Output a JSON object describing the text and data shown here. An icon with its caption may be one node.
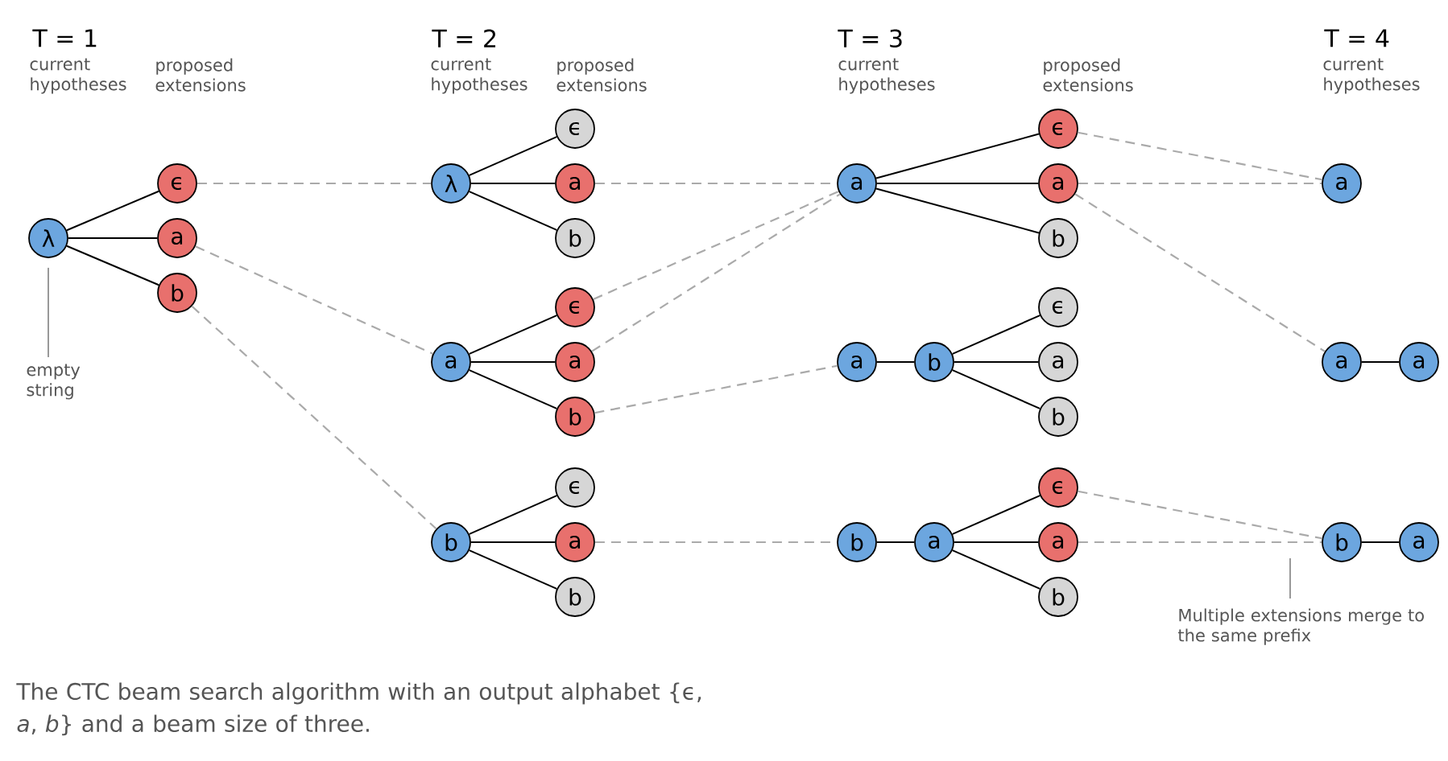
{
  "diagram": {
    "caption": "The CTC beam search algorithm with an output alphabet {ϵ, *a*, *b*} and a beam size of three.",
    "nodes": [
      {
        "text": [
          "λ"
        ]
      },
      {
        "text": [
          "ϵ"
        ]
      },
      {
        "text": [
          "a"
        ]
      },
      {
        "text": [
          "b"
        ]
      },
      {
        "text": [
          "λ"
        ]
      },
      {
        "text": [
          "ϵ"
        ]
      },
      {
        "text": [
          "a"
        ]
      },
      {
        "text": [
          "b"
        ]
      },
      {
        "text": [
          "a"
        ]
      },
      {
        "text": [
          "ϵ"
        ]
      },
      {
        "text": [
          "a"
        ]
      },
      {
        "text": [
          "b"
        ]
      },
      {
        "text": [
          "b"
        ]
      },
      {
        "text": [
          "ϵ"
        ]
      },
      {
        "text": [
          "a"
        ]
      },
      {
        "text": [
          "b"
        ]
      },
      {
        "text": [
          "a"
        ]
      },
      {
        "text": [
          "ϵ"
        ]
      },
      {
        "text": [
          "a"
        ]
      },
      {
        "text": [
          "b"
        ]
      },
      {
        "text": [
          "a"
        ]
      },
      {
        "text": [
          "b"
        ]
      },
      {
        "text": [
          "ϵ"
        ]
      },
      {
        "text": [
          "a"
        ]
      },
      {
        "text": [
          "b"
        ]
      },
      {
        "text": [
          "b"
        ]
      },
      {
        "text": [
          "a"
        ]
      },
      {
        "text": [
          "ϵ"
        ]
      },
      {
        "text": [
          "a"
        ]
      },
      {
        "text": [
          "b"
        ]
      },
      {
        "text": [
          "a"
        ]
      },
      {
        "text": [
          "a"
        ]
      },
      {
        "text": [
          "a"
        ]
      },
      {
        "text": [
          "b"
        ]
      },
      {
        "text": [
          "a"
        ]
      },
      {
        "text": [
          "empty string"
        ]
      },
      {
        "text": [
          "Multiple extensions merge to the same prefix"
        ]
      }
    ],
    "edges": [
      {
        "from": 0,
        "to": 1,
        "arrow": "none"
      },
      {
        "from": 0,
        "to": 2,
        "arrow": "none"
      },
      {
        "from": 0,
        "to": 3,
        "arrow": "none"
      },
      {
        "from": 4,
        "to": 5,
        "arrow": "none"
      },
      {
        "from": 4,
        "to": 6,
        "arrow": "none"
      },
      {
        "from": 4,
        "to": 7,
        "arrow": "none"
      },
      {
        "from": 8,
        "to": 9,
        "arrow": "none"
      },
      {
        "from": 8,
        "to": 10,
        "arrow": "none"
      },
      {
        "from": 8,
        "to": 11,
        "arrow": "none"
      },
      {
        "from": 12,
        "to": 13,
        "arrow": "none"
      },
      {
        "from": 12,
        "to": 14,
        "arrow": "none"
      },
      {
        "from": 12,
        "to": 15,
        "arrow": "none"
      },
      {
        "from": 16,
        "to": 17,
        "arrow": "none"
      },
      {
        "from": 16,
        "to": 18,
        "arrow": "none"
      },
      {
        "from": 16,
        "to": 19,
        "arrow": "none"
      },
      {
        "from": 20,
        "to": 21,
        "arrow": "none"
      },
      {
        "from": 21,
        "to": 22,
        "arrow": "none"
      },
      {
        "from": 21,
        "to": 23,
        "arrow": "none"
      },
      {
        "from": 21,
        "to": 24,
        "arrow": "none"
      },
      {
        "from": 25,
        "to": 26,
        "arrow": "none"
      },
      {
        "from": 26,
        "to": 27,
        "arrow": "none"
      },
      {
        "from": 26,
        "to": 28,
        "arrow": "none"
      },
      {
        "from": 26,
        "to": 29,
        "arrow": "none"
      },
      {
        "from": 31,
        "to": 32,
        "arrow": "none"
      },
      {
        "from": 33,
        "to": 34,
        "arrow": "none"
      },
      {
        "from": 1,
        "to": 4,
        "arrow": "none",
        "style": "dashed",
        "color": "#aaaaaa"
      },
      {
        "from": 2,
        "to": 8,
        "arrow": "none",
        "style": "dashed",
        "color": "#aaaaaa"
      },
      {
        "from": 3,
        "to": 12,
        "arrow": "none",
        "style": "dashed",
        "color": "#aaaaaa"
      },
      {
        "from": 6,
        "to": 16,
        "arrow": "none",
        "style": "dashed",
        "color": "#aaaaaa"
      },
      {
        "from": 9,
        "to": 16,
        "arrow": "none",
        "style": "dashed",
        "color": "#aaaaaa"
      },
      {
        "from": 10,
        "to": 16,
        "arrow": "none",
        "style": "dashed",
        "color": "#aaaaaa"
      },
      {
        "from": 11,
        "to": 20,
        "arrow": "none",
        "style": "dashed",
        "color": "#aaaaaa"
      },
      {
        "from": 14,
        "to": 25,
        "arrow": "none",
        "style": "dashed",
        "color": "#aaaaaa"
      },
      {
        "from": 17,
        "to": 30,
        "arrow": "none",
        "style": "dashed",
        "color": "#aaaaaa"
      },
      {
        "from": 18,
        "to": 30,
        "arrow": "none",
        "style": "dashed",
        "color": "#aaaaaa"
      },
      {
        "from": 18,
        "to": 31,
        "arrow": "none",
        "style": "dashed",
        "color": "#aaaaaa"
      },
      {
        "from": 27,
        "to": 33,
        "arrow": "none",
        "style": "dashed",
        "color": "#aaaaaa"
      },
      {
        "from": 28,
        "to": 33,
        "arrow": "none",
        "style": "dashed",
        "color": "#aaaaaa"
      },
      {
        "from": 35,
        "to": 0,
        "arrow": "none",
        "color": "#999999"
      },
      {
        "from": 36,
        "to": null,
        "arrow": "none",
        "color": "#999999"
      }
    ],
    "labels": [
      "T = 1",
      "current hypotheses",
      "proposed extensions",
      "T = 2",
      "current hypotheses",
      "proposed extensions",
      "T = 3",
      "current hypotheses",
      "proposed extensions",
      "T = 4",
      "current hypotheses"
    ]
  }
}
